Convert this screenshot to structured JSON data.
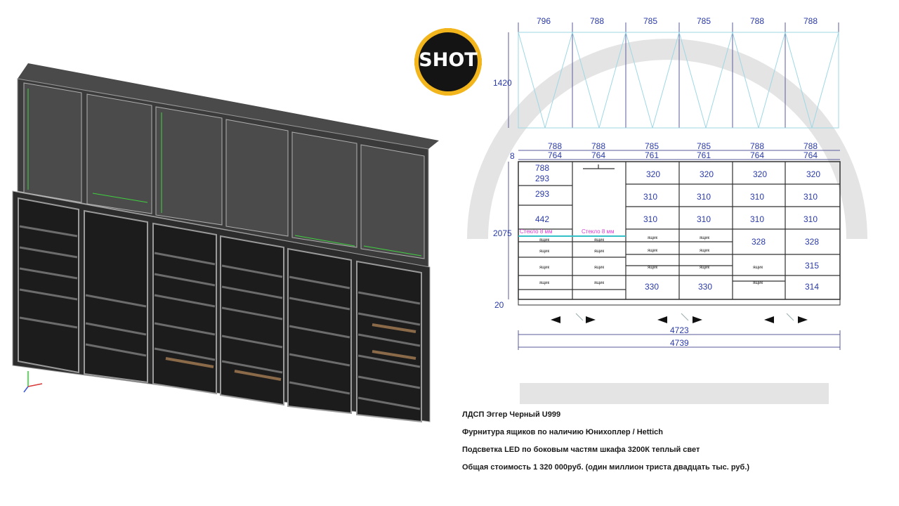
{
  "logo": {
    "text": "SHOT"
  },
  "colors": {
    "accent": "#f3b51c",
    "dim_color": "#2a3aa8",
    "note_color": "#d63bd0"
  },
  "top_cabinet": {
    "widths": [
      "796",
      "788",
      "785",
      "785",
      "788",
      "788"
    ],
    "height": "1420"
  },
  "bottom_cabinet": {
    "widths_outer": [
      "788",
      "788",
      "785",
      "785",
      "788",
      "788"
    ],
    "widths_inner": [
      "764",
      "764",
      "761",
      "761",
      "764",
      "764"
    ],
    "left_gap": "8",
    "height": "2075",
    "plinth": "20",
    "total_inner": "4723",
    "total_outer": "4739",
    "col1_dims": [
      "788",
      "293",
      "293",
      "442"
    ],
    "col3_dims": [
      "320",
      "310",
      "310"
    ],
    "col4_dims": [
      "320",
      "310",
      "310"
    ],
    "col5_dims": [
      "320",
      "310",
      "310",
      "328"
    ],
    "col6_dims": [
      "320",
      "310",
      "310",
      "328",
      "315",
      "314"
    ],
    "col34_bottom": [
      "330",
      "330"
    ],
    "drawer_label": "ящик",
    "glass_label_1": "Стекло 8 мм",
    "glass_label_2": "Стекло 8 мм"
  },
  "notes": [
    "ЛДСП Эггер  Черный U999",
    "Фурнитура ящиков по наличию Юнихоплер / Hettich",
    "Подсветка  LED по боковым частям шкафа 3200К теплый свет",
    "Общая стоимость 1 320 000руб. (один миллион триста двадцать  тыс. руб.)"
  ]
}
